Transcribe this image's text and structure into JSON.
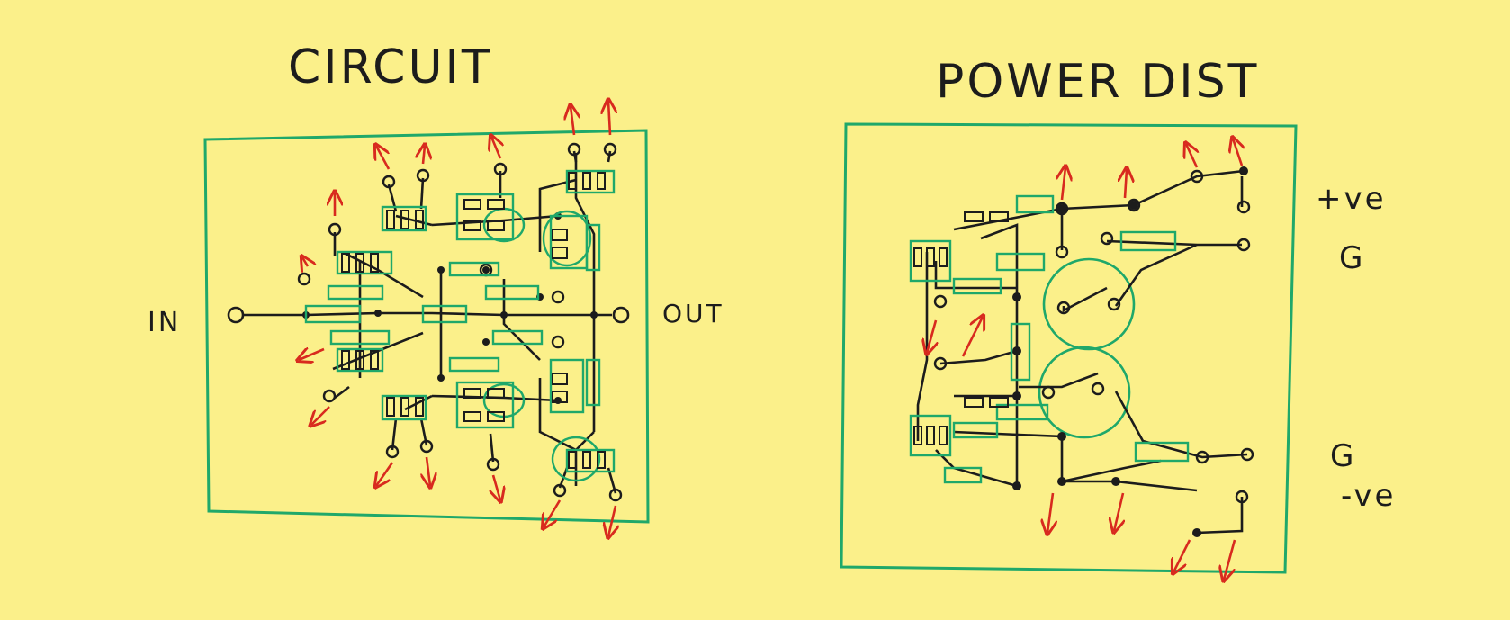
{
  "left_panel": {
    "title": "CIRCUIT",
    "input_label": "IN",
    "output_label": "OUT"
  },
  "right_panel": {
    "title": "POWER DIST",
    "rails": [
      "+ve",
      "G",
      "G",
      "-ve"
    ]
  },
  "colors": {
    "paper": "#fbf08a",
    "board_outline": "#1fa86a",
    "wire": "#1c1c1c",
    "power_arrows": "#d82a1e"
  }
}
